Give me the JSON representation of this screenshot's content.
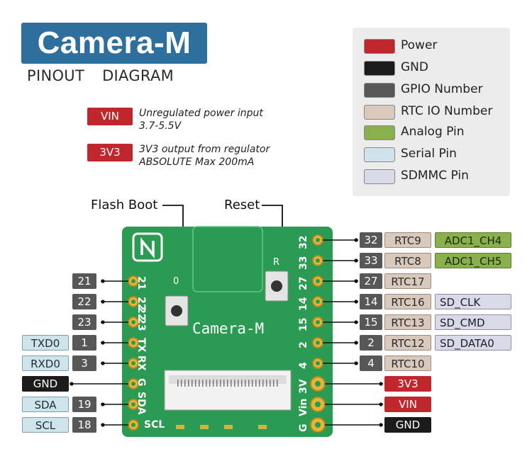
{
  "title": "Camera-M",
  "subtitle": "PINOUT DIAGRAM",
  "notes": [
    {
      "badge": "VIN",
      "line1": "Unregulated power input",
      "line2": "3.7-5.5V"
    },
    {
      "badge": "3V3",
      "line1": "3V3 output from regulator",
      "line2": "ABSOLUTE Max 200mA"
    }
  ],
  "legend": [
    {
      "label": "Power",
      "color": "#c0272d"
    },
    {
      "label": "GND",
      "color": "#1b1b1b"
    },
    {
      "label": "GPIO Number",
      "color": "#575757"
    },
    {
      "label": "RTC IO Number",
      "color": "#d8c9bc"
    },
    {
      "label": "Analog Pin",
      "color": "#8ab04e"
    },
    {
      "label": "Serial Pin",
      "color": "#cfe3eb"
    },
    {
      "label": "SDMMC Pin",
      "color": "#d9d9e8"
    }
  ],
  "buttons": {
    "flash_boot": "Flash Boot",
    "reset": "Reset"
  },
  "board": {
    "name": "Camera-M",
    "button0": "0",
    "buttonR": "R",
    "left_silk": [
      "21",
      "22",
      "22",
      "23",
      "TX",
      "RX",
      "G",
      "SDA",
      "SCL"
    ],
    "right_silk": [
      "32",
      "33",
      "27",
      "14",
      "15",
      "2",
      "4",
      "3V",
      "Vin",
      "G"
    ],
    "right_silk_top": [
      "32",
      "33"
    ]
  },
  "left_pins": [
    {
      "gpio": "21",
      "serial": ""
    },
    {
      "gpio": "22",
      "serial": ""
    },
    {
      "gpio": "23",
      "serial": ""
    },
    {
      "gpio": "1",
      "serial": "TXD0"
    },
    {
      "gpio": "3",
      "serial": "RXD0"
    },
    {
      "gpio": "",
      "serial": "GND"
    },
    {
      "gpio": "19",
      "serial": "SDA"
    },
    {
      "gpio": "18",
      "serial": "SCL"
    }
  ],
  "right_pins": [
    {
      "gpio": "32",
      "rtc": "RTC9",
      "extra": "ADC1_CH4",
      "extra_type": "adc"
    },
    {
      "gpio": "33",
      "rtc": "RTC8",
      "extra": "ADC1_CH5",
      "extra_type": "adc"
    },
    {
      "gpio": "27",
      "rtc": "RTC17",
      "extra": "",
      "extra_type": ""
    },
    {
      "gpio": "14",
      "rtc": "RTC16",
      "extra": "SD_CLK",
      "extra_type": "sd"
    },
    {
      "gpio": "15",
      "rtc": "RTC13",
      "extra": "SD_CMD",
      "extra_type": "sd"
    },
    {
      "gpio": "2",
      "rtc": "RTC12",
      "extra": "SD_DATA0",
      "extra_type": "sd"
    },
    {
      "gpio": "4",
      "rtc": "RTC10",
      "extra": "",
      "extra_type": ""
    },
    {
      "power": "3V3"
    },
    {
      "power": "VIN"
    },
    {
      "gnd": "GND"
    }
  ]
}
